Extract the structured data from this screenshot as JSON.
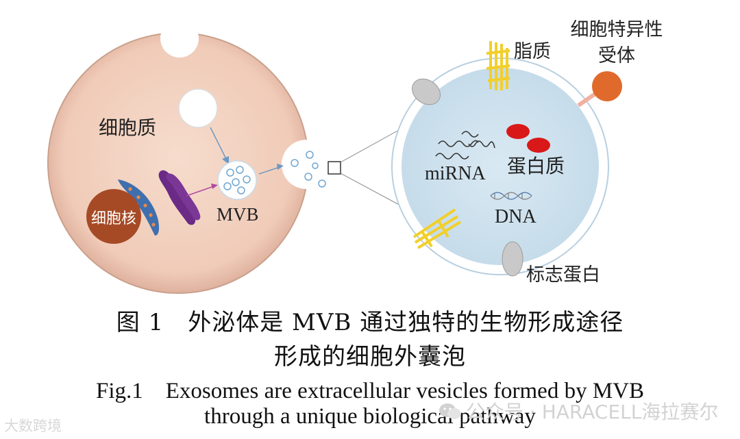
{
  "labels": {
    "cytoplasm": "细胞质",
    "nucleus": "细胞核",
    "mvb": "MVB",
    "lipid": "脂质",
    "receptor_line1": "细胞特异性",
    "receptor_line2": "受体",
    "mirna": "miRNA",
    "protein": "蛋白质",
    "dna": "DNA",
    "marker_protein": "标志蛋白"
  },
  "caption": {
    "cn_line1": "图 1　外泌体是 MVB 通过独特的生物形成途径",
    "cn_line2": "形成的细胞外囊泡",
    "en_line1": "Fig.1　Exosomes are extracellular vesicles formed by MVB",
    "en_line2": "through a unique biological pathway"
  },
  "watermarks": {
    "left": "大数跨境",
    "right": "公众号 · HARACELL海拉赛尔"
  },
  "colors": {
    "cell_fill": "#f3d2c2",
    "nucleus": "#a64a26",
    "exosome_fill": "#cfe3ef",
    "lipid": "#f2cf2a",
    "receptor": "#e06a2c",
    "protein_dots": "#d91919",
    "er_purple": "#6a2a86",
    "er_blue": "#3f6fae"
  }
}
